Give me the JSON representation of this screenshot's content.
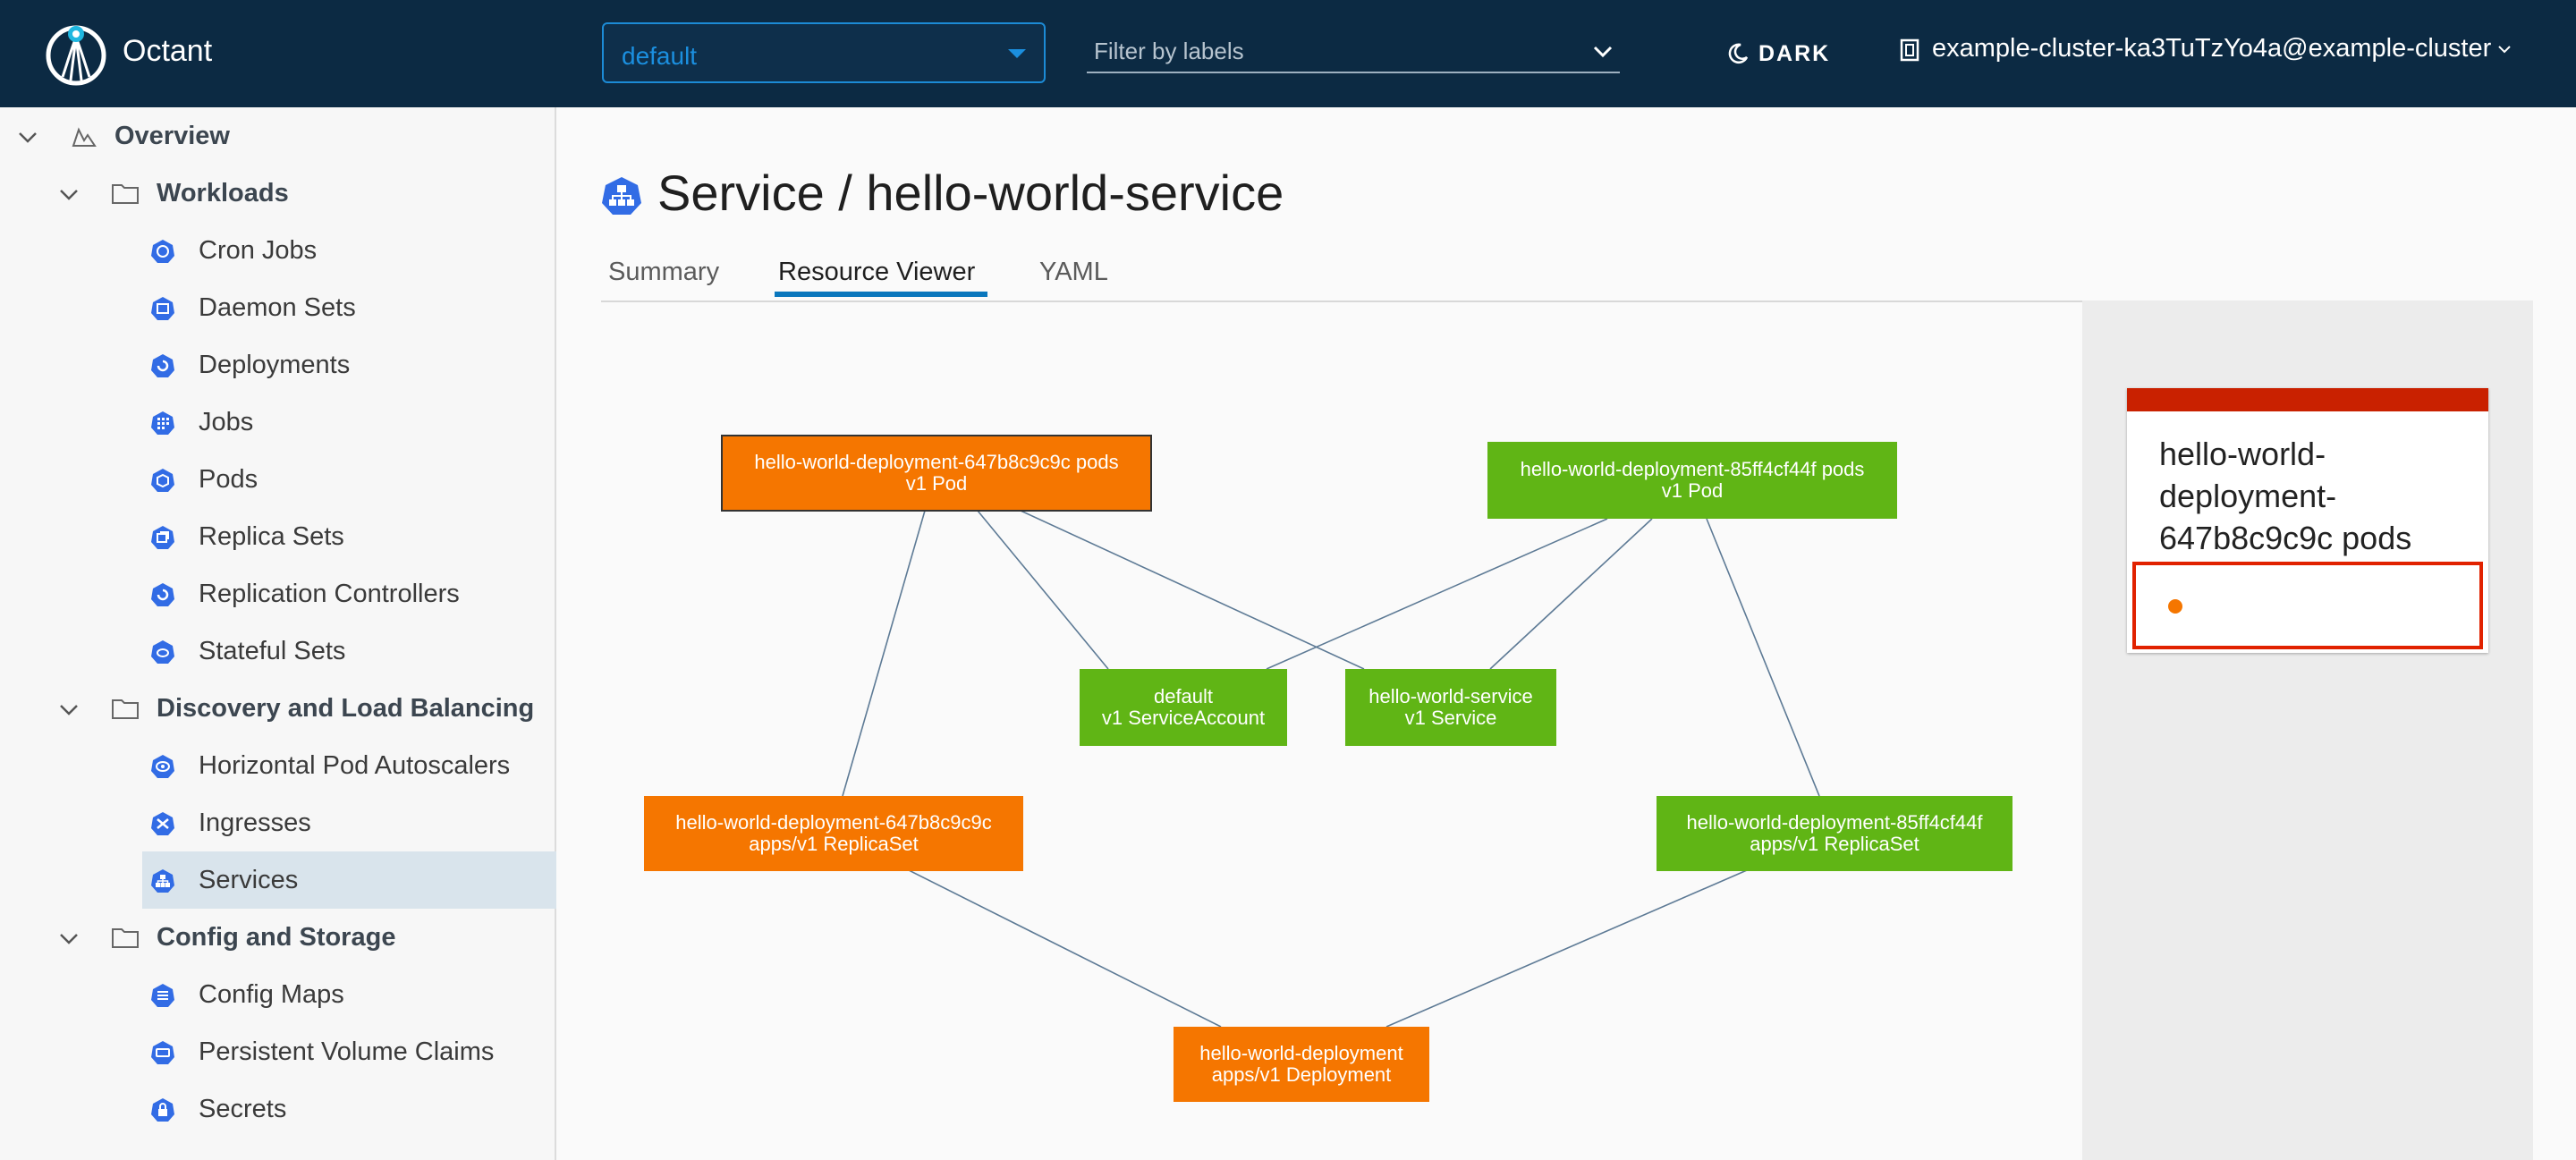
{
  "header": {
    "app_title": "Octant",
    "namespace_value": "default",
    "filter_placeholder": "Filter by labels",
    "theme_label": "DARK",
    "cluster_label": "example-cluster-ka3TuTzYo4a@example-cluster"
  },
  "sidebar": {
    "overview": "Overview",
    "groups": [
      {
        "label": "Workloads",
        "items": [
          "Cron Jobs",
          "Daemon Sets",
          "Deployments",
          "Jobs",
          "Pods",
          "Replica Sets",
          "Replication Controllers",
          "Stateful Sets"
        ]
      },
      {
        "label": "Discovery and Load Balancing",
        "items": [
          "Horizontal Pod Autoscalers",
          "Ingresses",
          "Services"
        ]
      },
      {
        "label": "Config and Storage",
        "items": [
          "Config Maps",
          "Persistent Volume Claims",
          "Secrets"
        ]
      }
    ],
    "selected_item": "Services"
  },
  "main": {
    "title": "Service / hello-world-service",
    "tabs": [
      "Summary",
      "Resource Viewer",
      "YAML"
    ],
    "active_tab": "Resource Viewer"
  },
  "graph": {
    "nodes": [
      {
        "id": "pod1",
        "line1": "hello-world-deployment-647b8c9c9c pods",
        "line2": "v1 Pod",
        "status": "orange"
      },
      {
        "id": "pod2",
        "line1": "hello-world-deployment-85ff4cf44f pods",
        "line2": "v1 Pod",
        "status": "green"
      },
      {
        "id": "sa",
        "line1": "default",
        "line2": "v1 ServiceAccount",
        "status": "green"
      },
      {
        "id": "svc",
        "line1": "hello-world-service",
        "line2": "v1 Service",
        "status": "green"
      },
      {
        "id": "rs1",
        "line1": "hello-world-deployment-647b8c9c9c",
        "line2": "apps/v1 ReplicaSet",
        "status": "orange"
      },
      {
        "id": "rs2",
        "line1": "hello-world-deployment-85ff4cf44f",
        "line2": "apps/v1 ReplicaSet",
        "status": "green"
      },
      {
        "id": "dep",
        "line1": "hello-world-deployment",
        "line2": "apps/v1 Deployment",
        "status": "orange"
      }
    ]
  },
  "detail": {
    "name": "hello-world-deployment-647b8c9c9c pods",
    "status_color": "#f57600"
  },
  "colors": {
    "header_bg": "#0c2a43",
    "accent": "#0a77bd",
    "node_warning": "#f57600",
    "node_ok": "#60b515",
    "card_error": "#c92100"
  }
}
